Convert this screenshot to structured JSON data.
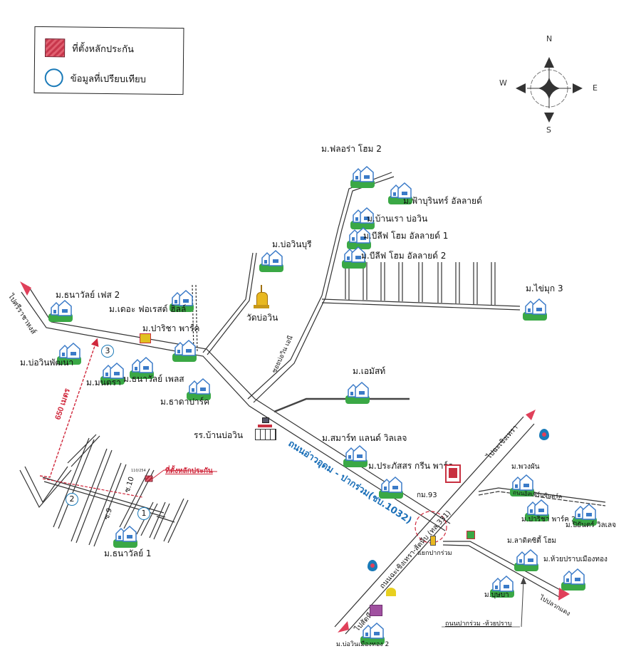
{
  "legend": {
    "items": [
      {
        "icon": "hatched-red-square",
        "label": "ที่ตั้งหลักประกัน"
      },
      {
        "icon": "blue-circle",
        "label": "ข้อมูลที่เปรียบเทียบ"
      }
    ]
  },
  "compass": {
    "n": "N",
    "s": "S",
    "e": "E",
    "w": "W"
  },
  "villages": [
    {
      "label": "ม.ฟลอร่า โฮม 2"
    },
    {
      "label": "ม.ฟ้าบุรินทร์ อัลลายด์"
    },
    {
      "label": "ม.บ้านเรา บ่อวิน"
    },
    {
      "label": "ม.บีลีฟ โฮม อัลลายด์ 1"
    },
    {
      "label": "ม.บีลีฟ โฮม อัลลายด์ 2"
    },
    {
      "label": "ม.บ่อวินบุรี"
    },
    {
      "label": "ม.ไข่มุก 3"
    },
    {
      "label": "ม.ธนาวัลย์ เฟส 2"
    },
    {
      "label": "ม.เดอะ ฟอเรสต์ ฮิลล์"
    },
    {
      "label": "ม.ปาริชา พาร์ค"
    },
    {
      "label": "ม.บ่อวินพัฒนา"
    },
    {
      "label": "ม.มนตรา"
    },
    {
      "label": "ม.ธนาวัลย์ เพลส"
    },
    {
      "label": "ม.ธาดาปาร์ค"
    },
    {
      "label": "ม.เอมัสท์"
    },
    {
      "label": "ม.สมาร์ท แลนด์ วิลเลจ"
    },
    {
      "label": "ม.ประภัสสร กรีน พาร์ค"
    },
    {
      "label": "ม.ธนาวัลย์ 1"
    },
    {
      "label": "ม.พวงผัน"
    },
    {
      "label": "ม.ปาริชา พาร์ค 2"
    },
    {
      "label": "ม.ปิยันตร์ วิลเลจ"
    },
    {
      "label": "ม.ลาดิตซิตี้ โฮม"
    },
    {
      "label": "ม.ห้วยปราบเมืองทอง"
    },
    {
      "label": "ม.บุษบา"
    },
    {
      "label": "ม.บ่อวินเมืองทอง 2"
    }
  ],
  "landmarks": {
    "temple": "วัดบ่อวิน",
    "school": "รร.บ้านบ่อวิน",
    "km_marker": "กม.93",
    "junction": "แยกปากร่วม",
    "alley": "ซอยบ่อวิน เอนี",
    "soi_9": "ซ.9",
    "soi_10": "ซ.10",
    "plot_no": "110/254",
    "collateral_label": "ที่ตั้งหลักประกัน"
  },
  "roads": {
    "main_1032": "ถนนอ่าวอุดม - ปากร่วม(ชบ.1032)",
    "hwy_331": "ถนนฉะเชิงเทรา-สัตหีบ (ทล.331)",
    "side_road": "ถนนอิสเฟิร์นซินดร์ค",
    "pakruam_huaiprap": "ถนนปากร่วม -ห้วยปราบ",
    "to_sriracha": "ไปศรีราชาหงส์",
    "to_chachoengsao": "ไปฉะเชิงเทรา",
    "to_sattahip": "ไปสัตหีบ",
    "to_plaukdaeng": "ไปปลวกแดง"
  },
  "distance_label": "650 เมตร",
  "comparables": [
    {
      "number": "1"
    },
    {
      "number": "2"
    },
    {
      "number": "3"
    }
  ],
  "colors": {
    "road_line": "#333333",
    "accent_red": "#d0283c",
    "accent_blue": "#1a7ab8",
    "village_green": "#3aa845",
    "village_blue": "#3b7bc8",
    "temple_gold": "#e8b820"
  }
}
